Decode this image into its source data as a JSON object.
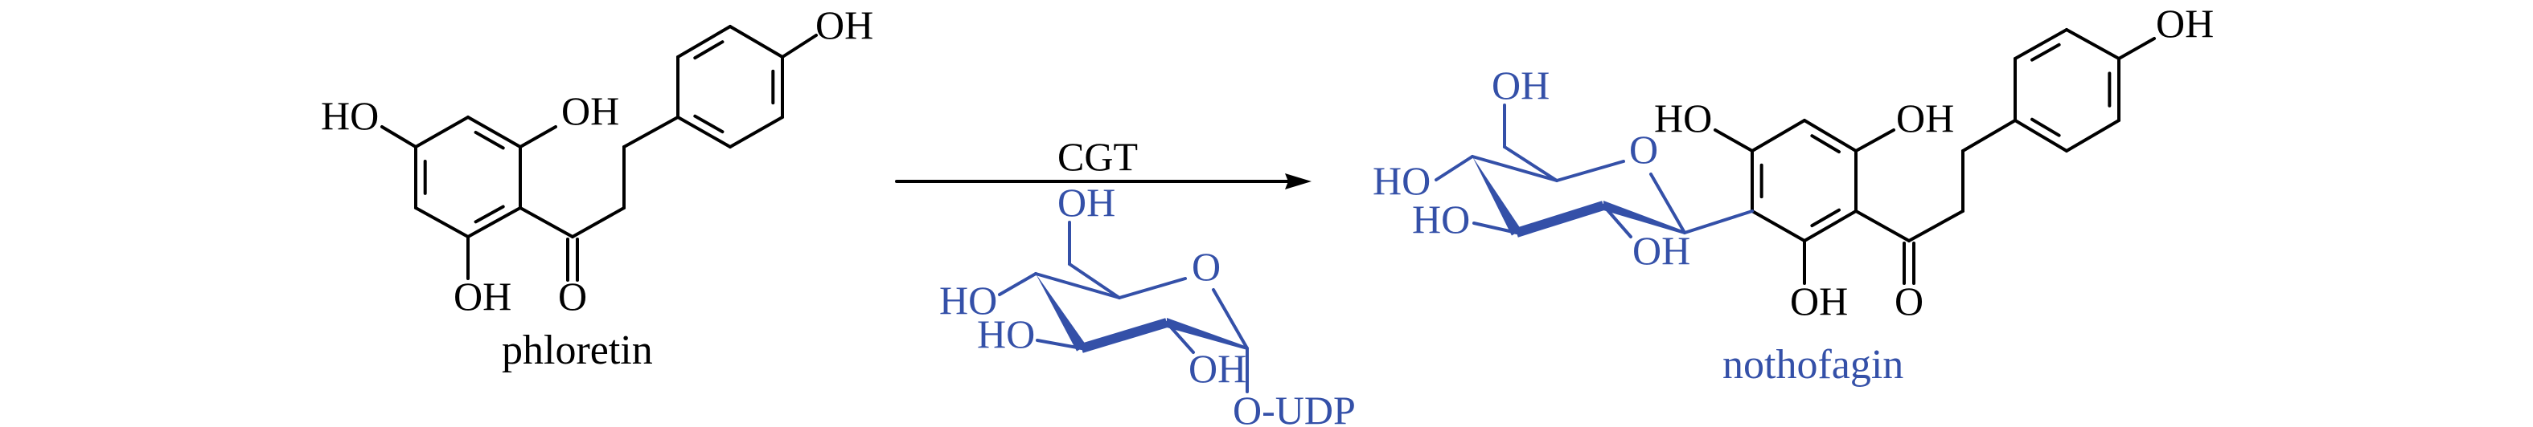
{
  "colors": {
    "reactant": "#000000",
    "sugar": "#3450a8"
  },
  "reactant": {
    "name": "phloretin",
    "labels": {
      "ho_left": "HO",
      "oh_right": "OH",
      "oh_bottom": "OH",
      "carbonyl_o": "O",
      "oh_para": "OH"
    }
  },
  "arrow": {
    "enzyme": "CGT"
  },
  "sugar_donor": {
    "labels": {
      "oh6": "OH",
      "ring_o": "O",
      "ho4": "HO",
      "ho3": "HO",
      "oh2": "OH",
      "leaving": "O-UDP"
    }
  },
  "product": {
    "name": "nothofagin",
    "labels": {
      "oh6": "OH",
      "ring_o": "O",
      "ho4": "HO",
      "ho3": "HO",
      "oh2": "OH",
      "ho_left": "HO",
      "oh_right": "OH",
      "oh_bottom": "OH",
      "carbonyl_o": "O",
      "oh_para": "OH"
    }
  }
}
